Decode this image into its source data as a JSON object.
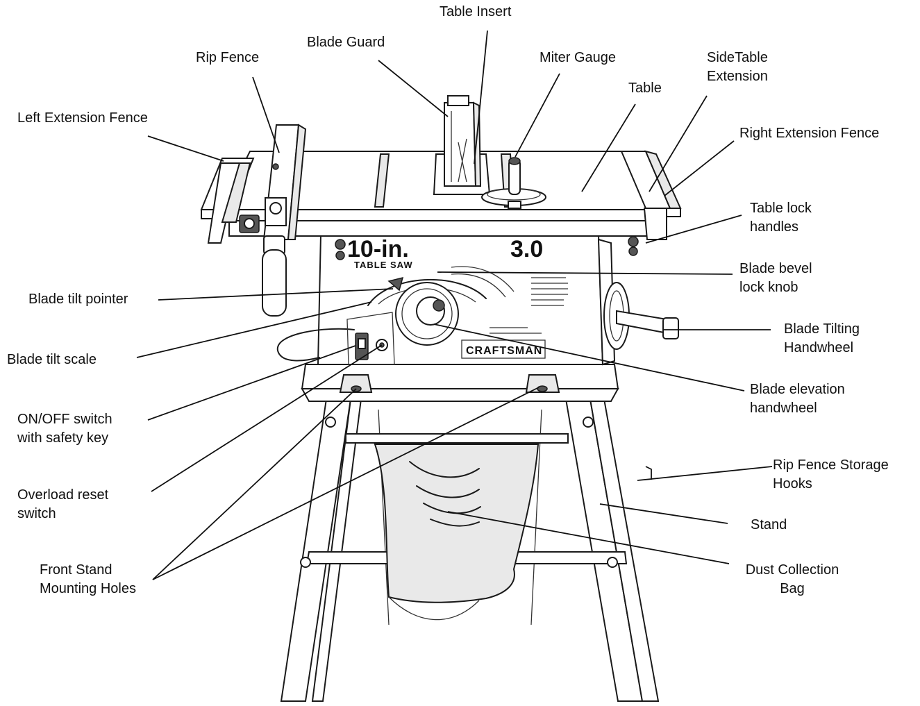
{
  "labels": {
    "left_extension_fence": [
      "Left Extension Fence"
    ],
    "rip_fence": [
      "Rip Fence"
    ],
    "blade_guard": [
      "Blade Guard"
    ],
    "table_insert": [
      "Table Insert"
    ],
    "miter_gauge": [
      "Miter Gauge"
    ],
    "table": [
      "Table"
    ],
    "side_table_extension": [
      "SideTable",
      "Extension"
    ],
    "right_extension_fence": [
      "Right Extension Fence"
    ],
    "table_lock_handles": [
      "Table lock",
      "handles"
    ],
    "blade_bevel_lock_knob": [
      "Blade bevel",
      "lock knob"
    ],
    "blade_tilt_pointer": [
      "Blade tilt pointer"
    ],
    "blade_tilt_scale": [
      "Blade tilt scale"
    ],
    "blade_tilting_handwheel": [
      "Blade Tilting",
      "Handwheel"
    ],
    "blade_elevation_handwheel": [
      "Blade elevation",
      "handwheel"
    ],
    "on_off_switch": [
      "ON/OFF switch",
      "with safety key"
    ],
    "overload_reset_switch": [
      "Overload reset",
      "switch"
    ],
    "front_stand_mounting_holes": [
      "Front Stand",
      "Mounting Holes"
    ],
    "rip_fence_storage_hooks": [
      "Rip Fence Storage",
      "Hooks"
    ],
    "stand": [
      "Stand"
    ],
    "dust_collection_bag": [
      "Dust Collection",
      "Bag"
    ]
  },
  "decals": {
    "size_main": "10-in.",
    "size_sub": "TABLE SAW",
    "horsepower": "3.0",
    "brand": "CRAFTSMAN"
  }
}
